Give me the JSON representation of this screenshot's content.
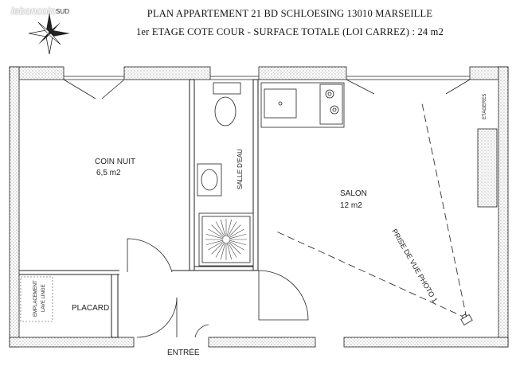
{
  "watermark": "leboncoin",
  "title": {
    "line1": "PLAN APPARTEMENT  21 BD SCHLOESING  13010 MARSEILLE",
    "line2": "1er ETAGE COTE COUR - SURFACE TOTALE (LOI CARREZ) : 24 m2"
  },
  "compass": {
    "label": "SUD"
  },
  "rooms": {
    "coin_nuit": {
      "name": "COIN NUIT",
      "area": "6,5  m2"
    },
    "salon": {
      "name": "SALON",
      "area": "12  m2"
    },
    "salle_eau": {
      "name": "SALLE D'EAU"
    },
    "placard": {
      "name": "PLACARD"
    },
    "lave_linge": {
      "line1": "EMPLACEMENT",
      "line2": "LAVE LINGE"
    },
    "etageres": {
      "name": "ETAGERES"
    },
    "entree": {
      "name": "ENTRÉE"
    }
  },
  "annotations": {
    "photo": "PRISE DE VUE PHOTO 1"
  }
}
